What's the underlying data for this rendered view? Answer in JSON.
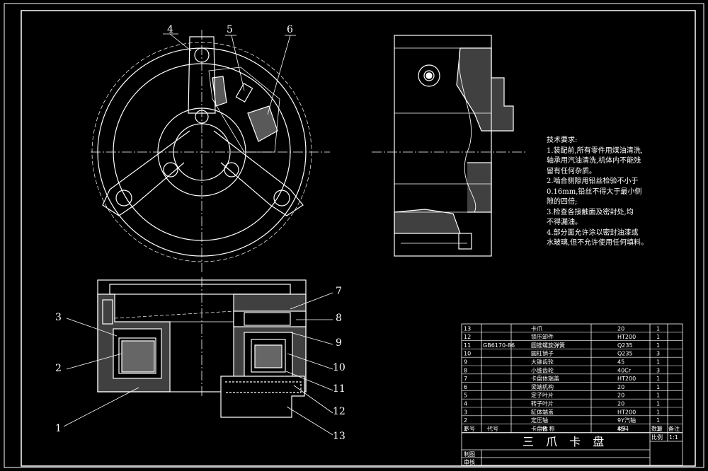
{
  "drawing": {
    "title": "三 爪 卡 盘",
    "scale_label": "比例",
    "scale_value": "1:1",
    "drawn_label": "制图",
    "checked_label": "审核"
  },
  "notes": {
    "heading": "技术要求:",
    "lines": [
      "1.装配前,所有零件用煤油清洗,",
      "轴承用汽油清洗,机体内不能残",
      "留有任何杂质。",
      "2.啮合侧隙用铅丝检验不小于",
      "0.16mm,铅丝不得大于最小侧",
      "隙的四倍;",
      "3.检查各接触面及密封处,均",
      "不得漏油。",
      "4.部分面允许涂以密封油漆或",
      "水玻璃,但不允许使用任何填料。"
    ]
  },
  "balloons": [
    "1",
    "2",
    "3",
    "4",
    "5",
    "6",
    "7",
    "8",
    "9",
    "10",
    "11",
    "12",
    "13"
  ],
  "bom": {
    "headers": [
      "序号",
      "代号",
      "名 称",
      "材料",
      "数量",
      "备注"
    ],
    "rows": [
      [
        "13",
        "",
        "卡爪",
        "20",
        "1",
        ""
      ],
      [
        "12",
        "",
        "锁压卸件",
        "HT200",
        "1",
        ""
      ],
      [
        "11",
        "GB6170-86",
        "圆锥螺旋弹簧",
        "Q235",
        "1",
        ""
      ],
      [
        "10",
        "",
        "圆柱销子",
        "Q235",
        "3",
        ""
      ],
      [
        "9",
        "",
        "大锥齿轮",
        "45",
        "1",
        ""
      ],
      [
        "8",
        "",
        "小锥齿轮",
        "40Cr",
        "3",
        ""
      ],
      [
        "7",
        "",
        "卡盘体端盖",
        "HT200",
        "1",
        ""
      ],
      [
        "6",
        "",
        "梁端机构",
        "20",
        "1",
        ""
      ],
      [
        "5",
        "",
        "定子叶片",
        "20",
        "1",
        ""
      ],
      [
        "4",
        "",
        "转子叶片",
        "20",
        "1",
        ""
      ],
      [
        "3",
        "",
        "缸体端盖",
        "HT200",
        "1",
        ""
      ],
      [
        "2",
        "",
        "定压轴",
        "9Y汽轴",
        "1",
        ""
      ],
      [
        "1",
        "",
        "卡盘体",
        "45",
        "1",
        ""
      ]
    ]
  }
}
